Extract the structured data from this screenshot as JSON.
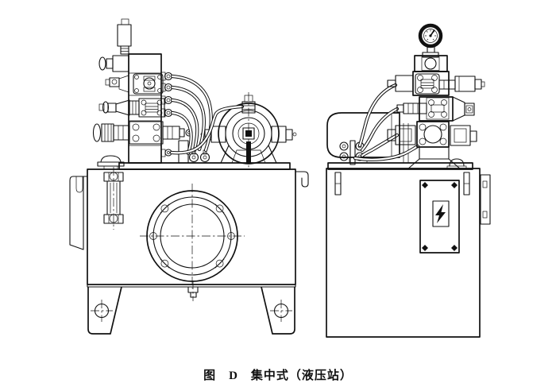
{
  "figure": {
    "caption": "图　D　集中式（液压站）"
  },
  "colors": {
    "line": "#111111",
    "background": "#ffffff"
  },
  "icons": {
    "electrical_hazard_icon": "lightning-bolt ⚡",
    "pressure_gauge_icon": "round dial with needle",
    "drain_crosshair_icon": "circle with cross centerlines"
  }
}
